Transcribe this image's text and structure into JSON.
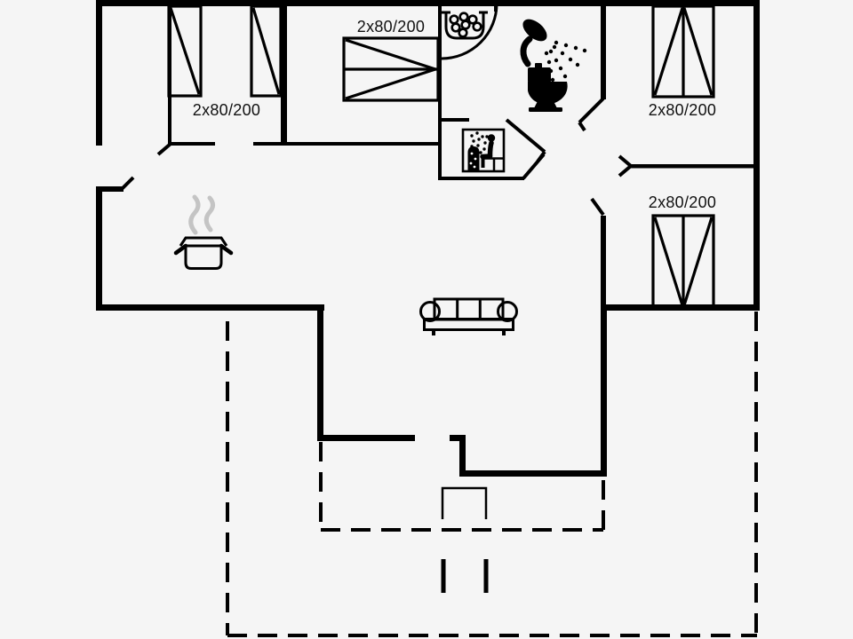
{
  "floor_plan": {
    "background": "#f5f5f5",
    "line_color": "#000000",
    "label_color": "#111111",
    "steam_color": "#c4c4c4",
    "bed_labels": [
      "2x80/200",
      "2x80/200",
      "2x80/200",
      "2x80/200"
    ],
    "icons": {
      "washbasin": "washbasin-with-bubbles-icon",
      "shower": "shower-head-with-spray-icon",
      "toilet": "toilet-icon",
      "sauna": "sauna-person-and-stove-icon",
      "cooking_pot": "steaming-pot-icon",
      "sofa": "three-seat-sofa-icon",
      "entrance_steps": "terrace-steps",
      "terrace": "dashed-terrace-outline"
    }
  }
}
